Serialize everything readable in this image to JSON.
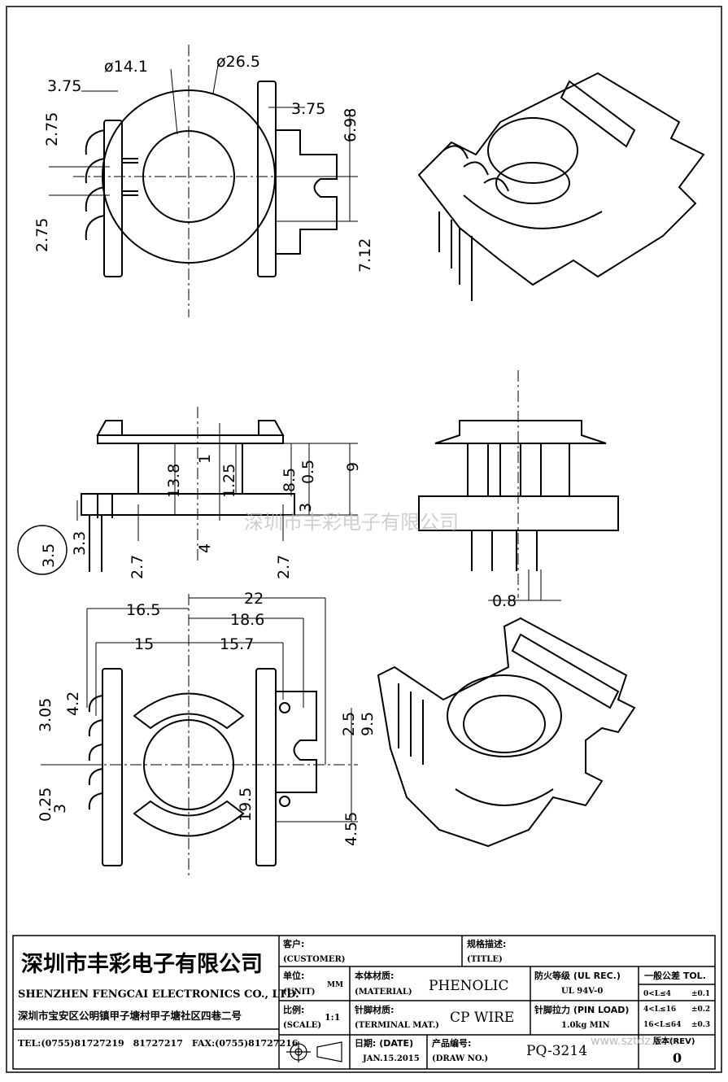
{
  "dimensions": {
    "top_d1": "ø14.1",
    "top_d2": "ø26.5",
    "top_375a": "3.75",
    "top_375b": "3.75",
    "top_275a": "2.75",
    "top_275b": "2.75",
    "top_698": "6.98",
    "top_712": "7.12",
    "mid_138": "13.8",
    "mid_1": "1",
    "mid_125": "1.25",
    "mid_85": "8.5",
    "mid_05": "0.5",
    "mid_9": "9",
    "mid_3a": "3",
    "mid_35": "3.5",
    "mid_33": "3.3",
    "mid_27a": "2.7",
    "mid_4": "4",
    "mid_27b": "2.7",
    "mid_08": "0.8",
    "bot_165": "16.5",
    "bot_22": "22",
    "bot_186": "18.6",
    "bot_15": "15",
    "bot_157": "15.7",
    "bot_305": "3.05",
    "bot_42": "4.2",
    "bot_025": "0.25",
    "bot_3": "3",
    "bot_25": "2.5",
    "bot_95": "9.5",
    "bot_195": "19.5",
    "bot_455": "4.55"
  },
  "watermark": "深圳市丰彩电子有限公司",
  "title_block": {
    "company_cn": "深圳市丰彩电子有限公司",
    "company_en": "SHENZHEN FENGCAI ELECTRONICS CO., LTD.",
    "address": "深圳市宝安区公明镇甲子塘村甲子塘社区四巷二号",
    "phone": "TEL:(0755)81727219　81727217　FAX:(0755)81727216",
    "customer_cn": "客户:",
    "customer_en": "(CUSTOMER)",
    "title_cn": "规格描述:",
    "title_en": "(TITLE)",
    "unit_cn": "单位:",
    "unit_en": "(UNIT)",
    "unit_value": "MM",
    "material_cn": "本体材质:",
    "material_en": "(MATERIAL)",
    "material_value": "PHENOLIC",
    "fire_cn": "防火等级 (UL REC.)",
    "fire_value": "UL 94V-0",
    "tol_title": "一般公差 TOL.",
    "tol_rows": [
      {
        "range": "0<L≤4",
        "value": "±0.1"
      },
      {
        "range": "4<L≤16",
        "value": "±0.2"
      },
      {
        "range": "16<L≤64",
        "value": "±0.3"
      }
    ],
    "scale_cn": "比例:",
    "scale_en": "(SCALE)",
    "scale_value": "1:1",
    "terminal_cn": "针脚材质:",
    "terminal_en": "(TERMINAL MAT.)",
    "terminal_value": "CP WIRE",
    "pinload_cn": "针脚拉力 (PIN LOAD)",
    "pinload_value": "1.0kg MIN",
    "date_cn": "日期: (DATE)",
    "date_value": "JAN.15.2015",
    "drawno_cn": "产品编号:",
    "drawno_en": "(DRAW NO.)",
    "drawno_value": "PQ-3214",
    "rev_label": "版本(REV)",
    "rev_value": "0",
    "website": "www.sztdz.com"
  }
}
